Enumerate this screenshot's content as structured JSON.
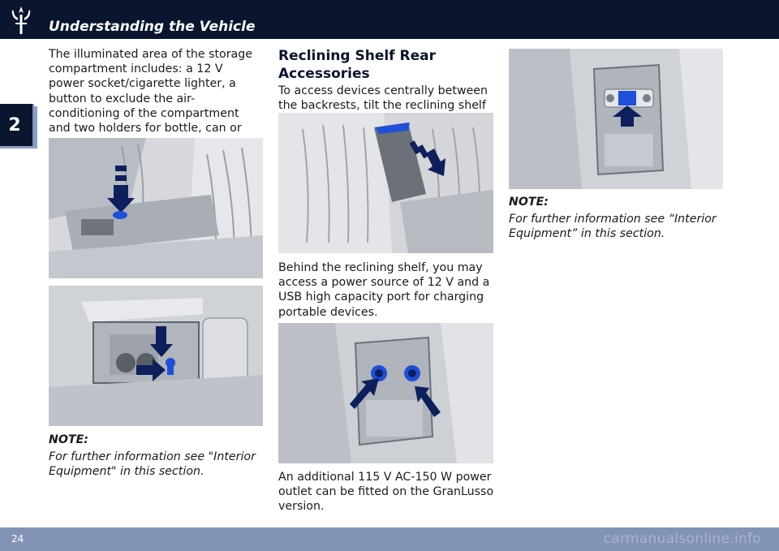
{
  "header": {
    "title": "Understanding the Vehicle",
    "logo_icon": "trident-logo-icon"
  },
  "section_tab": "2",
  "col1": {
    "paragraph": "The illuminated area of the storage compartment includes: a 12 V power socket/cigarette lighter, a button to exclude the air-conditioning of the compartment and two holders for bottle, can or cups.",
    "note_heading": "NOTE:",
    "note_text": "For further information see \"Interior Equipment\" in this section."
  },
  "col2": {
    "heading": "Reclining Shelf Rear Accessories",
    "paragraph1": "To access devices centrally between the backrests, tilt the reclining shelf downwards.",
    "paragraph2": "Behind the reclining shelf, you may access a power source of 12 V and a USB high capacity port for charging portable devices.",
    "paragraph3": "An additional 115 V AC-150 W power outlet can be fitted on the GranLusso version."
  },
  "col3": {
    "note_heading": "NOTE:",
    "note_text": "For further information see “Interior Equipment” in this section."
  },
  "footer": {
    "page_number": "24",
    "watermark": "carmanualsonline.info"
  },
  "colors": {
    "navy": "#0a1530",
    "footer": "#8393b5",
    "arrow": "#0d1f5c",
    "highlight": "#1f4fd8"
  }
}
